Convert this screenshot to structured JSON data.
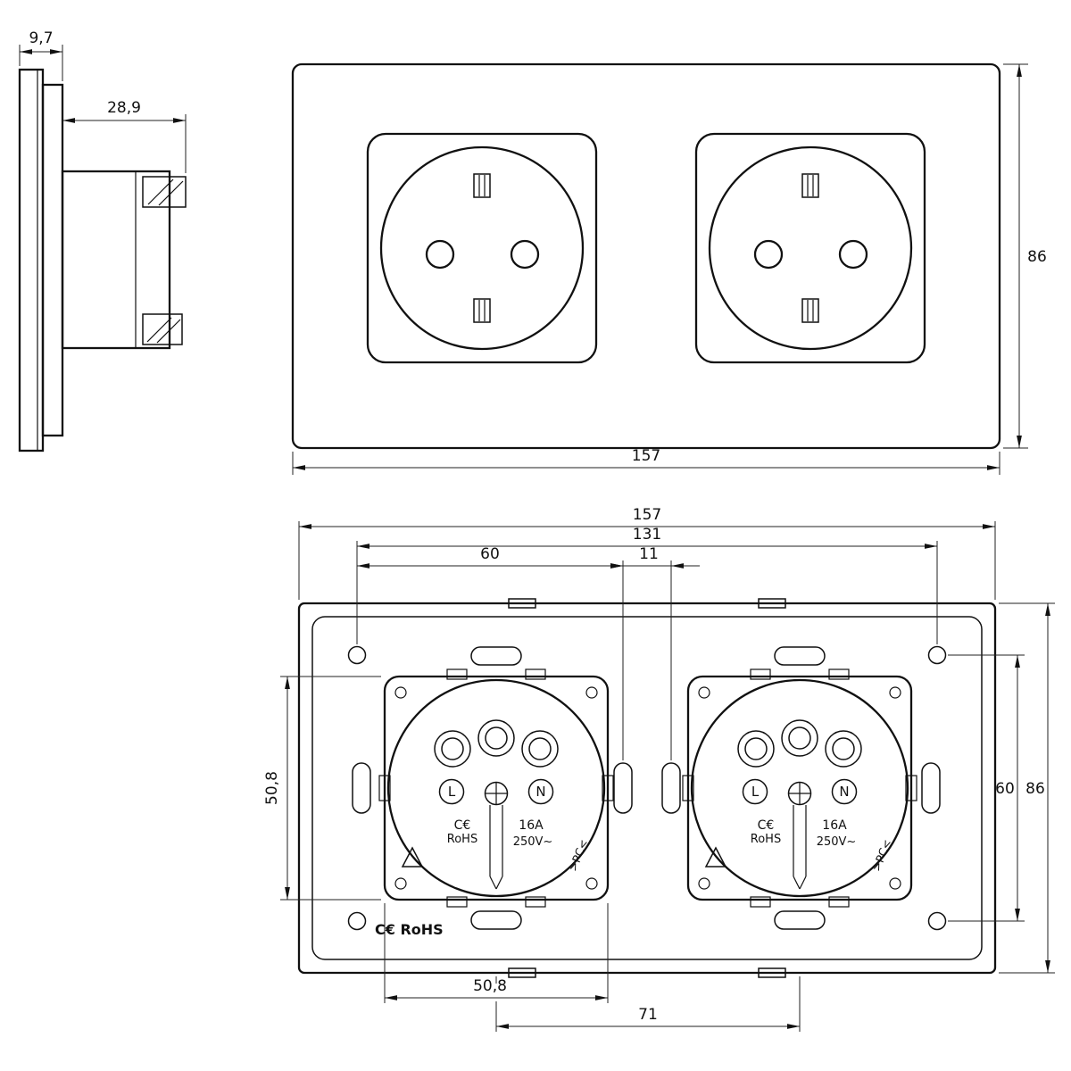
{
  "dimensions": {
    "side": {
      "thickness": "9,7",
      "depth": "28,9"
    },
    "front": {
      "width": "157",
      "height": "86"
    },
    "rear": {
      "width": "157",
      "mount_hole_span": "131",
      "hole_to_slot": "60",
      "slot_gap": "11",
      "module_height": "50,8",
      "hole_span_vertical": "60",
      "height": "86",
      "module_width": "50,8",
      "center_distance": "71"
    }
  },
  "markings": {
    "live": "L",
    "neutral": "N",
    "ce": "C€",
    "rohs": "RoHS",
    "current": "16A",
    "voltage": "250V~",
    "material": ">PC<",
    "ce_rohs": "C€ RoHS"
  }
}
